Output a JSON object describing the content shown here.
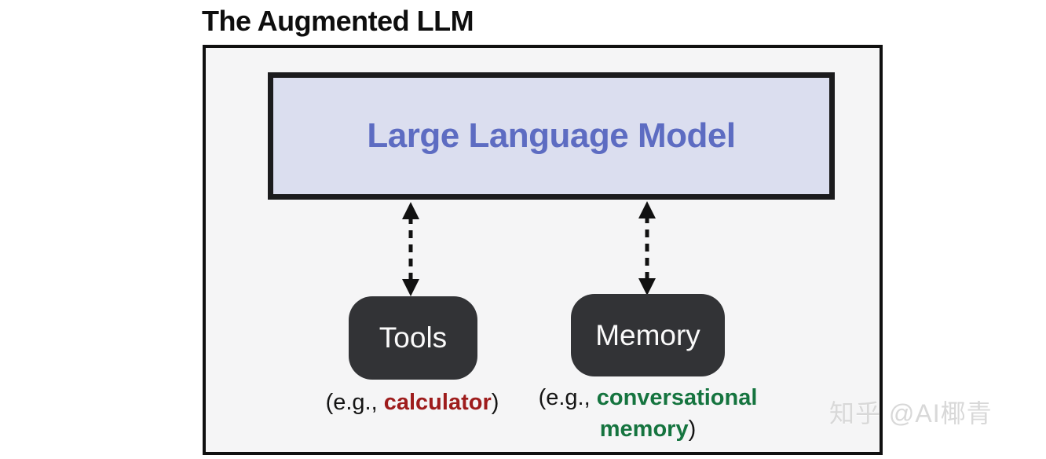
{
  "title": "The Augmented LLM",
  "diagram": {
    "llm_label": "Large Language Model",
    "tools_label": "Tools",
    "memory_label": "Memory",
    "tools_caption": {
      "prefix": "(e.g., ",
      "highlight": "calculator",
      "suffix": ")"
    },
    "memory_caption": {
      "prefix": "(e.g., ",
      "line1_highlight": "conversational",
      "line2_highlight": "memory",
      "suffix": ")"
    }
  },
  "watermark": "知乎 @AI椰青",
  "colors": {
    "panel_fill": "#f5f5f6",
    "panel_border": "#101010",
    "llm_fill": "#dbdeef",
    "llm_border": "#1b1b1d",
    "llm_text": "#5d6cc2",
    "node_fill": "#323336",
    "node_text": "#fafafa",
    "calculator_red": "#9e1c1c",
    "memory_green": "#15743f",
    "arrow": "#111111",
    "watermark_gray": "#d6d6d6"
  }
}
